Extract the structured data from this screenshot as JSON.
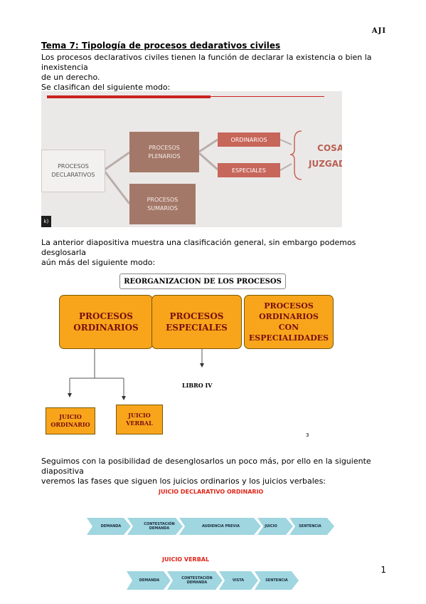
{
  "header": {
    "initials": "AJI"
  },
  "title": "Tema 7: Tipología de procesos dedarativos civiles",
  "paragraphs": {
    "p1_line1": "Los procesos declarativos civiles tienen la función de declarar la existencia o bien la inexistencia",
    "p1_line2": "de un derecho.",
    "p2": "Se clasifican del siguiente modo:",
    "p3_line1": "La anterior diapositiva muestra una clasificación general, sin embargo podemos desglosarla",
    "p3_line2": "aún más del siguiente modo:",
    "p4_line1": "Seguimos con la posibilidad de desenglosarlos un poco más, por ello en la siguiente diapositiva",
    "p4_line2": "veremos las fases que siguen los juicios ordinarios y los juicios verbales:"
  },
  "slide1": {
    "declarativos": [
      "PROCESOS",
      "DECLARATIVOS"
    ],
    "plenarios": [
      "PROCESOS",
      "PLENARIOS"
    ],
    "sumarios": [
      "PROCESOS",
      "SUMARIOS"
    ],
    "ordinarios": "ORDINARIOS",
    "especiales": "ESPECIALES",
    "cosa": "COSA",
    "juzgada": "JUZGADA",
    "corner": "k)"
  },
  "slide2": {
    "header": "REORGANIZACION DE LOS PROCESOS",
    "ordinarios": [
      "PROCESOS",
      "ORDINARIOS"
    ],
    "especiales": [
      "PROCESOS",
      "ESPECIALES"
    ],
    "con_especialidades": [
      "PROCESOS",
      "ORDINARIOS",
      "CON",
      "ESPECIALIDADES"
    ],
    "libro": "LIBRO IV",
    "juicio_ordinario": [
      "JUICIO",
      "ORDINARIO"
    ],
    "juicio_verbal": [
      "JUICIO",
      "VERBAL"
    ],
    "page": "3"
  },
  "slide3": {
    "ordinario_title": "JUICIO DECLARATIVO ORDINARIO",
    "ordinario_steps": [
      "DEMANDA",
      "CONTESTACIÓN DEMANDA",
      "AUDIENCIA PREVIA",
      "JUICIO",
      "SENTENCIA"
    ],
    "verbal_title": "JUICIO VERBAL",
    "verbal_steps": [
      "DEMANDA",
      "CONTESTACIÓN DEMANDA",
      "VISTA",
      "SENTENCIA"
    ]
  },
  "page_number": "1",
  "colors": {
    "accent_red": "#c9231f",
    "orange": "#f8a51c",
    "brown": "#a47868",
    "chevron": "#9fd6e0"
  }
}
